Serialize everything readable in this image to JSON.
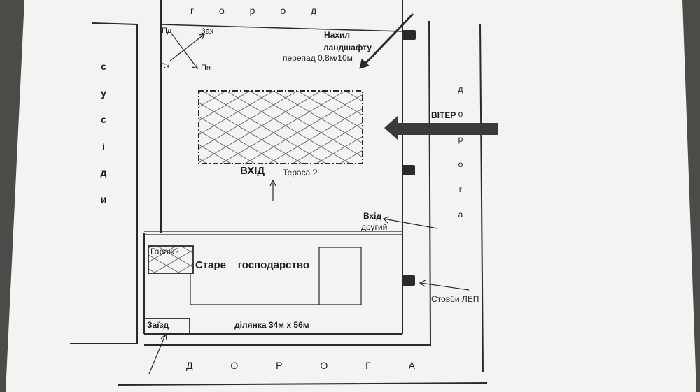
{
  "labels": {
    "top_street": "г о р о д",
    "left_neighbors": "сусіди",
    "right_road": "дорога",
    "bottom_road": "Д О Р О Г А",
    "compass_nw": "Пд",
    "compass_ne": "Зах",
    "compass_sw": "Сх",
    "compass_se": "Пн",
    "slope_title_1": "Нахил",
    "slope_title_2": "ландшафту",
    "slope_value": "перепад 0,8м/10м",
    "wind": "ВІТЕР",
    "entrance_main": "ВХІД",
    "terrace": "Тераса ?",
    "entrance_other_1": "Вхід",
    "entrance_other_2": "другий",
    "garage": "Гараж?",
    "old_farm": "Старе    господарство",
    "driveway": "Заїзд",
    "plot_size": "ділянка 34м х 56м",
    "power_poles": "Стовби ЛЕП"
  },
  "colors": {
    "paper": "#f4f4f2",
    "ink": "#2a2a2a",
    "background": "#4a4d47"
  }
}
